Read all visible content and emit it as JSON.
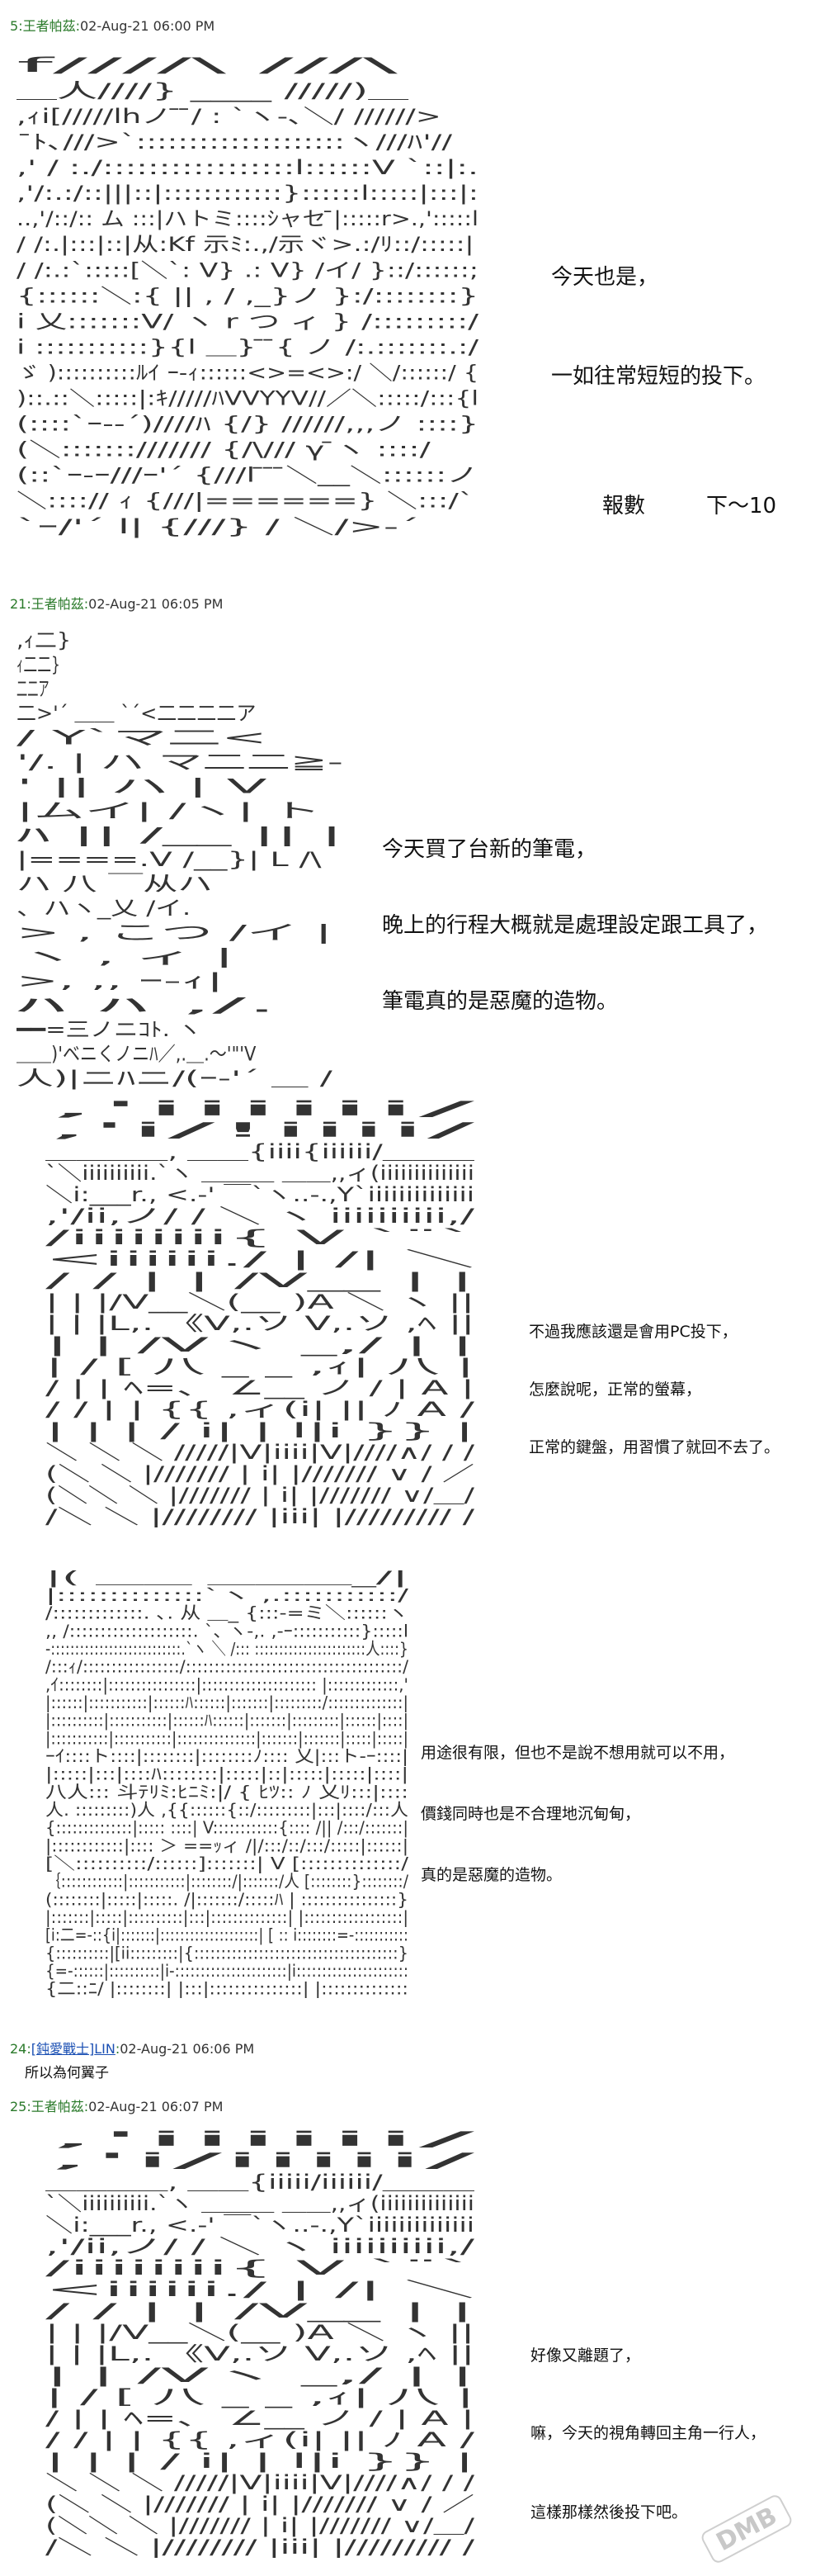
{
  "posts": [
    {
      "number": "5",
      "name": "王者帕茲",
      "date": "02-Aug-21 06:00 PM"
    },
    {
      "number": "21",
      "name": "王者帕茲",
      "date": "02-Aug-21 06:05 PM"
    },
    {
      "number": "24",
      "name_link": "[鈍愛戰士]",
      "name_rest": "LIN",
      "date": "02-Aug-21 06:06 PM",
      "text": "所以為何翼子"
    },
    {
      "number": "25",
      "name": "王者帕茲",
      "date": "02-Aug-21 06:07 PM"
    }
  ],
  "dialogue": {
    "block1": {
      "line1": "今天也是，",
      "line2": "一如往常短短的投下。",
      "line3_label": "報數",
      "line3_value": "下～10"
    },
    "block2": {
      "line1": "今天買了台新的筆電，",
      "line2": "晚上的行程大概就是處理設定跟工具了，",
      "line3": "筆電真的是惡魔的造物。"
    },
    "block3": {
      "line1": "不過我應該還是會用PC投下，",
      "line2": "怎麼說呢，正常的螢幕，",
      "line3": "正常的鍵盤，用習慣了就回不去了。"
    },
    "block4": {
      "line1": "用途很有限，但也不是說不想用就可以不用，",
      "line2": "價錢同時也是不合理地沉甸甸，",
      "line3": "真的是惡魔的造物。"
    },
    "block5": {
      "line1": "好像又離題了，",
      "line2": "嘛，今天的視角轉回主角一行人，",
      "line3": "這樣那樣然後投下吧。"
    }
  },
  "aa": {
    "art1": [
      "        f////\\                 ///\\",
      "     ＿人////}         ____    /////)＿",
      "   ,ｨi[/////lhノ ̄ ̄/  :  `ヽ-､＼/ //////>",
      "    ˉﾄ､///>`::::::::::::::::::::ヽ///ﾊ'//",
      "      ,'  / :./:::::::::::::::::l::::::V  `::|:.",
      "     ,'/:.:/::|||::|::::::::::::}::::::l:::::|:::|:",
      "   ..,'/::/:: ム :::|ハトミ::::ｼャセ ̄|:::::r>.,':::::l",
      "  / /:.|:::|::|从:Kf 示ﾐ:.,/示ヾ>.:/ﾘ::/:::::|",
      " / /:.:`:::::[＼`: V}  .: V}  /イ/ }::/::::::;",
      "  {::::::＼:{   ||   ,     /  ,_}ノ }:/::::::::}",
      " i   乂:::::::V/  ヽ  r   つ ィ   }   /:::::::::/",
      " i   :::::::::::}{l  ＿} ̄ ̄{   ノ  /:.:::::::.:/",
      " ゞ  )::::::::::ﾙｲ ｰ-ｨ::::::<>=<>:/  ＼/::::::/ {",
      "  )::.::＼:::::|:ｷ/////ﾊVVYYV//／＼:::::/:::{l",
      "    (::::`ｰ--´)////ﾊ  {/}  //////,,,ノ ::::}",
      "    (＼::::::://///// {/\\/// γ ̄ヽ ::::/",
      "     (::`ｰ-ｰ///ｰ'´   {///l ̄ ̄ ̄＼__＼::::::ノ",
      "      ＼:::://  ｨ     {///|======}   ＼:::/`",
      "        `ｰ/'´  l|  {///}    /   ＼/>-´"
    ],
    "art2": [
      " ,ｨ二}",
      "ｨ二二}",
      "二二ア",
      "二>'´   ＿＿     `´<二二二二ア",
      "     /            Y`マ二<",
      "'/.         |        ハ   マ二二≧-",
      "  '      ||    ハ  |   V",
      "        |ムイ|     /ヽ|       ト",
      "  ﾊ      ||    /__     ||    |",
      "        |====.V /__}|  L  /\\",
      " ハ    八        ￣从ハ",
      "、ハヽ_乂        /イ.",
      "  > ,        こつ   /イ        |",
      "   ヽ ,           ィ |",
      "    >,     ,,  ｰ-ｨ|",
      "       ﾊ   ﾊ         ,/.",
      "  ━━=三ノニｺﾄ.     ヽ",
      "  ＿＿)'ベニくノニﾊ／,.＿.～'\"'V",
      "       人)|ニﾊニ/(ｰ-'´ ＿       /"
    ],
    "art3": [
      "                                        ,'iiiiii/",
      "                                       ,'i/!iiii/",
      "   ＿＿＿＿,                      ＿＿{iiii{iiiiii/＿＿＿",
      "  `＼iiiiiiiiii.`ヽ   ＿＿＿   ＿＿,,ィ(iiiiiiiiiiiiii",
      "     ＼i:___r.,  <.-'  ￣`ヽ..-.,Y`iiiiiiiiiiiiii",
      "      ,'/ii,ノ/     /        ＼      ヽ iiiiiiiiii,/",
      "     /iiiiiiii{                           V   `¨`",
      "    <iiiiii./         |               /|    ＼",
      "     /   /     |   |        /V__     |     |",
      "    |    |     |/V__＼(__   )A  ＼  ヽ   ||",
      "    |  |      |L,.  《V,.ソ      V,.ソ    ,ﾍ   ||",
      "    |   |     /Vヽ               _,/  |   |",
      "    |   /     [  八     _ _       ,ｨ|  八  |",
      "    /   |     |   ﾍ=、 ∠__ ノ     /  |   A   |",
      "   /   /  |   |  {{    ,ィ(i|       ||   ﾉ   A  /",
      "  |      |     |  /   i|   |  l|i     }}  |",
      "   ＼   ＼      ＼ /////|V|iiii|V|////∧/ /  /",
      "    (＼    ＼   |/////// | i|  |/////// ∨ / ／",
      "    (＼＼  ＼  |/////// | i|  |///////  ∨/＿/",
      "     /＼  ＼   |//////// |iii|  |/////////  /"
    ],
    "art4": [
      "          |(   ＿＿                       ＿＿＿_/|",
      "          |::::::::::::::`ヽ                ,.:::::::::::/",
      "         /:::::::::::::.   ､. 从   ＿_  {:::-=ミ＼::::::ヽ",
      "    ,,    /::::::::::::::::::::. `､  ヽ-,.  ,-ｰ:::::::::::}:::::l",
      "  -:::::::::::::::::::::::::::.`ヽ  ＼ /::: :::::::::::::::::::::::人::::}",
      "        /:::ｨ/:::::::::::::::::/::::::::::::::::::::::::::::::::::::::/",
      "      ,ｲ::::::::|::::::::::::::::|::::::::::::::::::::: |:::::::::::::,'",
      "      |::::::|:::::::::::|::::::ﾊ::::::|:::::::|:::::::::/::::::::::::::|",
      "      |::::::::::|:::::::::::|::::::ﾊ::::::|:::::::|:::::::::|::::::|::::|",
      "      |:::::::::::|:::::::::::|:::::::::::::::|:::::::|:::::::|:::::|:::::|",
      "      ｰｲ::::ト::::|::::::::|::::::::ﾉ:::: 乂|:::ト-ｰ::::|",
      "      |:::::|:::|::::ﾊ::::::::|:::::|::|:::::|:::::|::::|",
      "      八人::: 斗ﾃﾘﾐ:ﾋﾆﾐ:|/  { ﾋﾂ:: ﾉ 乂ﾘ:::|::::",
      "      人.  :::::::::)人    ,{{::::::{::/:::::::::|:::|::::/:::人",
      "     {::::::::::::::|::::: ::::| V::::::::::::{::::  /|| /:::/:::::::|",
      "      |::::::::::::|::::     ＞ ==ｯィ   /|/:::/::/:::/:::::|::::::|",
      "      [＼::::::::::/::::::]:::::::|   V  [::::::::::::::/",
      "      ｛::::::::::::|:::::::::::|::::::::/|:::::::/人 [::::::::}::::::::/",
      "       (::::::::|:::::|:::::.     /|:::::::/:::::ﾊ |  ::::::::::::::::}",
      "        |:::::::|:::::|::::::::::|:::|::::::::::::::|   |::::::::::::::::::|",
      "         [i:二=-::{i|:::::::|::::::::::::::::::::|   [ :: i::::::::=-:::::::::::",
      "         {::::::::::|[ii:::::::::|{::::::::::::::::::::::::::::::::::::::}",
      "          {=-::::::|::::::::::|i-::::::::::::::::::::::|i::::::::::::::::::::::",
      "           {二::ﾆ/  |::::::::| |:::|:::::::::::::::|  |::::::::::::::"
    ],
    "art5": [
      "                                        ,'iiiiii/",
      "                                       ,'i/iiiii/",
      "   ＿＿＿＿,                      ＿＿{iiiii/iiiiii/＿＿＿",
      "  `＼iiiiiiiiii.`ヽ   ＿＿＿   ＿＿,,ィ(iiiiiiiiiiiiii",
      "     ＼i:___r.,  <.-'  ￣`ヽ..-.,Y`iiiiiiiiiiiiii",
      "      ,'/ii,ノ/     /        ＼      ヽ iiiiiiiiii,/",
      "     /iiiiiiii{                           V   `¨`",
      "    <iiiiii./         |               /|    ＼",
      "     /   /     |   |        /V__     |     |",
      "    |    |     |/V__＼(__   )A  ＼  ヽ   ||",
      "    |  |      |L,.  《V,.ソ      V,.ソ    ,ﾍ   ||",
      "    |   |     /Vヽ               _,/  |   |",
      "    |   /     [  八     _ _       ,ｨ|  八  |",
      "    /   |     |   ﾍ=、 ∠__ ノ     /  |   A   |",
      "   /   /  |   |  {{    ,ィ(i|       ||   ﾉ   A  /",
      "  |      |     |  /   i|   |  l|i     }}  |",
      "   ＼   ＼      ＼ /////|V|iiii|V|////∧/ /  /",
      "    (＼    ＼   |/////// | i|  |/////// ∨ / ／",
      "    (＼＼  ＼  |/////// | i|  |///////  ∨/＿/",
      "     /＼  ＼   |//////// |iii|  |/////////  /"
    ]
  },
  "watermark": {
    "text": "DMB"
  }
}
